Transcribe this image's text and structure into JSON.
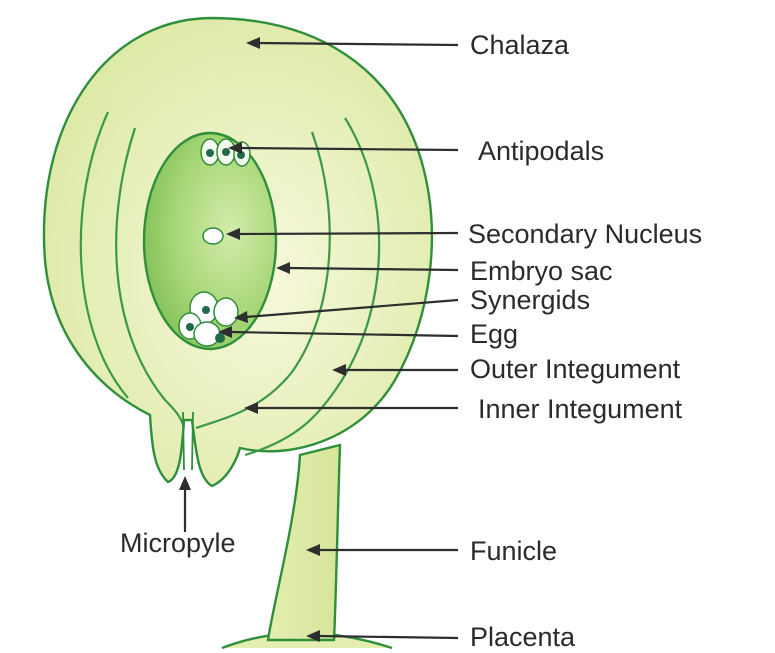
{
  "diagram": {
    "labels": {
      "chalaza": "Chalaza",
      "antipodals": "Antipodals",
      "secondary_nucleus": "Secondary Nucleus",
      "embryo_sac": "Embryo sac",
      "synergids": "Synergids",
      "egg": "Egg",
      "outer_integument": "Outer Integument",
      "inner_integument": "Inner Integument",
      "micropyle": "Micropyle",
      "funicle": "Funicle",
      "placenta": "Placenta"
    },
    "colors": {
      "ovule_fill": "#e3eeb0",
      "ovule_highlight": "#f6f8dc",
      "embryo_sac_fill": "#9bd06a",
      "embryo_sac_light": "#c8e79c",
      "outline": "#2f8f3a",
      "nucleus_dark": "#1f6b4a",
      "label_text": "#2b2b2b"
    }
  }
}
